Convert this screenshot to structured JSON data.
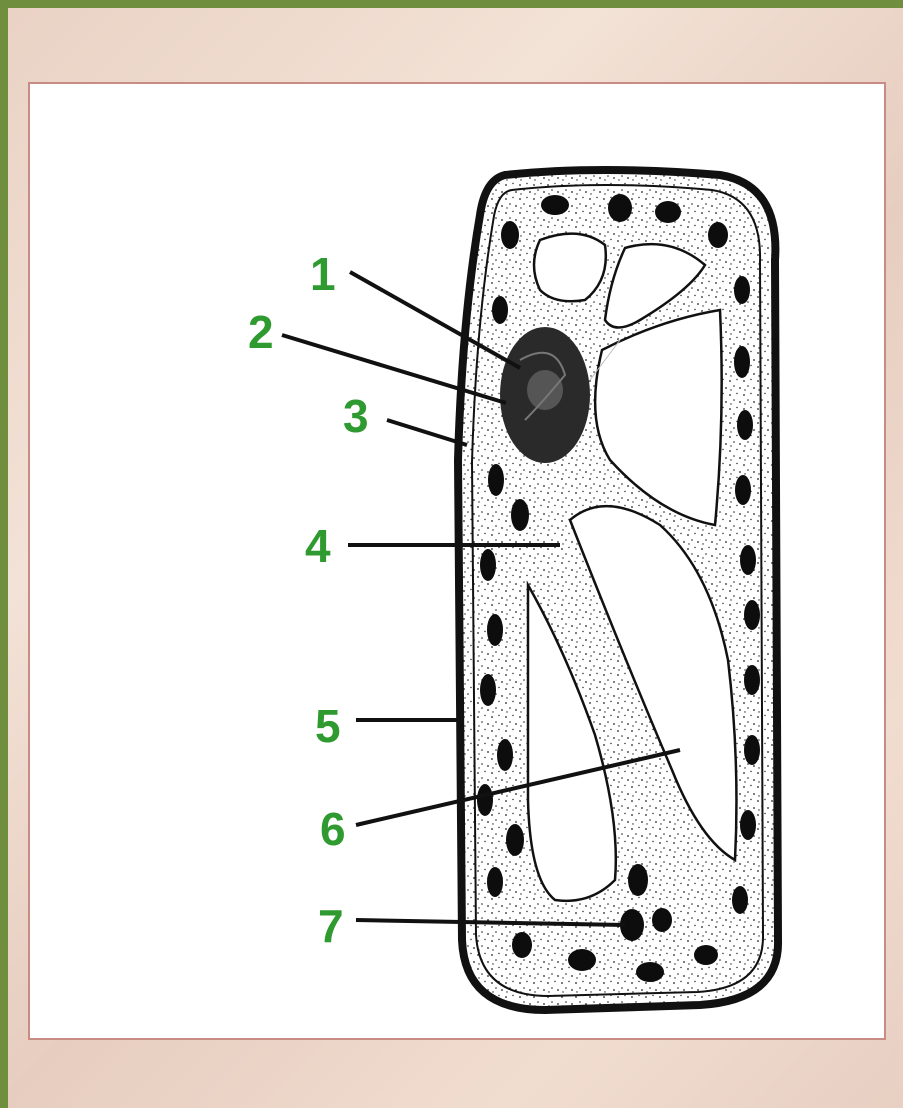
{
  "colors": {
    "frame": "#6f8f3f",
    "label": "#2f9a2f",
    "panel_border": "#c98c84",
    "ink": "#111111"
  },
  "labels": [
    {
      "id": "1",
      "text": "1"
    },
    {
      "id": "2",
      "text": "2"
    },
    {
      "id": "3",
      "text": "3"
    },
    {
      "id": "4",
      "text": "4"
    },
    {
      "id": "5",
      "text": "5"
    },
    {
      "id": "6",
      "text": "6"
    },
    {
      "id": "7",
      "text": "7"
    }
  ]
}
